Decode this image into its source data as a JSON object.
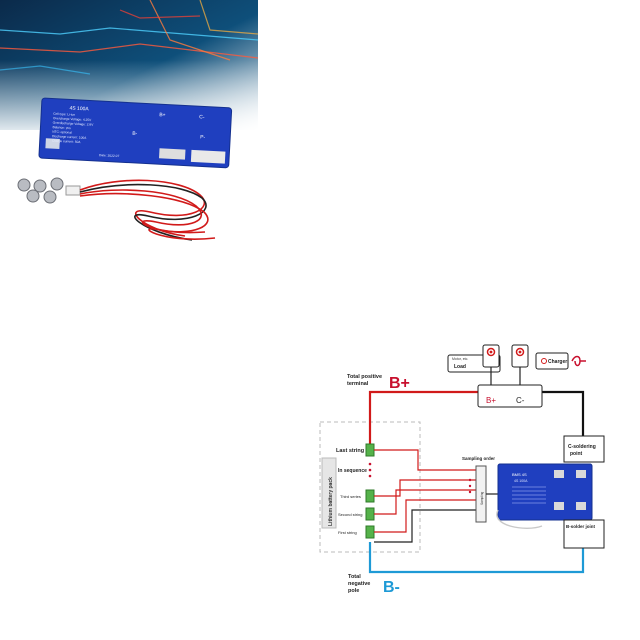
{
  "product": {
    "board_title": "4S 100A",
    "board_specs": [
      "Cell type: Li-ion",
      "Overcharge Voltage: 4.25V",
      "Overdischarge Voltage: 2.8V",
      "Balance: yes",
      "NTC: optional",
      "Discharge current: 100A",
      "Charge current: 50A"
    ],
    "board_date": "Date: 2022-07",
    "pad_labels": {
      "b_plus": "B+",
      "b_minus": "B-",
      "c_minus": "C-",
      "p_minus": "P-"
    }
  },
  "diagram": {
    "total_positive": "Total positive\nterminal",
    "b_plus_big": "B+",
    "total_negative": "Total\nnegative\npole",
    "b_minus_big": "B-",
    "motor_label": "Motor, etc.",
    "load_label": "Load",
    "charger_label": "Charger",
    "term_b_plus": "B+",
    "term_c_minus": "C-",
    "battery_pack_label": "Lithium battery pack",
    "last_string": "Last string",
    "in_sequence": "In sequence",
    "third_series": "Third series",
    "second_string": "Second string",
    "first_string": "First string",
    "sampling_order": "Sampling order",
    "connector_label": "Sampling",
    "c_solder": "C-soldering\npoint",
    "b_solder": "B-solder joint",
    "mini_board_title": "BMS 4S",
    "mini_board_sub": "4S 100A"
  },
  "colors": {
    "board_blue": "#1f3fbf",
    "red_wire": "#d11a1a",
    "blue_wire": "#1e9ad6",
    "accent_red": "#c8102e"
  }
}
